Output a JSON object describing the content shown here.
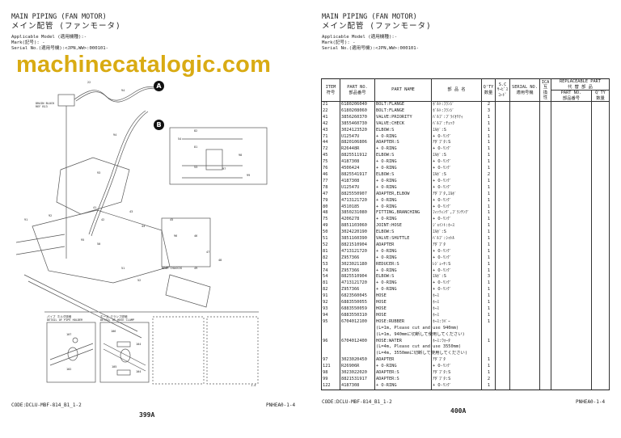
{
  "left_page": {
    "title_en": "MAIN PIPING (FAN MOTOR)",
    "title_jp": "メイン配管 (ファンモータ)",
    "applicable_model": "Applicable Model (適用機種):-",
    "mark": "Mark(記号): -",
    "serial": "Serial No.(適用号機):<JPN,WW>:000101-",
    "code": "CODE:DCLU-MBF-814_B1_1-2",
    "ref": "PNHEA0-1-4",
    "page_number": "399A",
    "diagram": {
      "callouts": [
        "A",
        "B"
      ],
      "label_drain": "DRAIN BLOCK",
      "label_drain_ref": "REF B13",
      "label_rear": "REAR CHASSIS",
      "detail1_title_jp": "パイプ ホルダ詳細",
      "detail1_title": "DETAIL OF PIPE HOLDER",
      "detail2_title_jp": "ホース クランプ詳細",
      "detail2_title": "DETAIL OF HOSE CLAMP",
      "detail1_labels": [
        "107",
        "102"
      ],
      "detail2_labels": [
        "106",
        "104",
        "105",
        "104"
      ],
      "figure_ref": "1-4",
      "part_labels": [
        "22",
        "94",
        "94",
        "93",
        "82",
        "81",
        "54",
        "53",
        "97",
        "98",
        "99",
        "91",
        "92",
        "95",
        "96",
        "41",
        "42",
        "43",
        "44",
        "45",
        "46",
        "47",
        "48",
        "49",
        "50",
        "51",
        "52"
      ]
    }
  },
  "right_page": {
    "title_en": "MAIN PIPING (FAN MOTOR)",
    "title_jp": "メイン配管 (ファンモータ)",
    "applicable_model": "Applicable Model (適用機種):-",
    "mark": "Mark(記号): -",
    "serial": "Serial No.(適用号機):<JPN,WW>:000101-",
    "code": "CODE:DCLU-MBF-814_B1_1-2",
    "ref": "PNHEA0-1-4",
    "page_number": "400A",
    "table": {
      "headers": {
        "item": "ITEM",
        "item_jp": "符号",
        "part_no": "PART NO.",
        "part_no_jp": "部品番号",
        "part_name": "PART NAME",
        "name_jp": "部 品 名",
        "qty": "Q'TY",
        "qty_jp": "数量",
        "sc": "S.C",
        "sc_jp1": "ｻｰﾋﾞｽ",
        "sc_jp2": "ｺｰﾄﾞ",
        "serial": "SERIAL NO.",
        "serial_jp": "適用号機",
        "ica": "ICA",
        "ica_jp": "互換性",
        "replaceable": "REPLACEABLE PART",
        "replaceable_jp": "代 替 部 品",
        "rep_part_no": "PART NO.",
        "rep_part_no_jp": "部品番号",
        "rep_qty": "Q'TY",
        "rep_qty_jp": "数量"
      },
      "rows": [
        [
          "21",
          "6180206040",
          "BOLT:FLANGE",
          "ﾎﾞﾙﾄ:ﾌﾗﾝｼﾞ",
          "2"
        ],
        [
          "22",
          "6180208060",
          "BOLT:FLANGE",
          "ﾎﾞﾙﾄ:ﾌﾗﾝｼﾞ",
          "3"
        ],
        [
          "41",
          "3856260370",
          "VALVE:PRIORITY",
          "ﾊﾞﾙﾌﾞ:ﾌﾟﾗｲｵﾘﾃｨ",
          "1"
        ],
        [
          "42",
          "3855460730",
          "VALVE:CHECK",
          "ﾊﾞﾙﾌﾞ:ﾁｪｯｸ",
          "1"
        ],
        [
          "43",
          "3024123520",
          "ELBOW:S",
          "ｴﾙﾎﾞ:S",
          "1"
        ],
        [
          "71",
          "U12547U",
          "+ O-RING",
          "+ O-ﾘﾝｸﾞ",
          "1"
        ],
        [
          "44",
          "8820106806",
          "ADAPTER:S",
          "ｱﾀﾞﾌﾟﾀ:S",
          "1"
        ],
        [
          "72",
          "R26448R",
          "+ O-RING",
          "+ O-ﾘﾝｸﾞ",
          "1"
        ],
        [
          "45",
          "8825511912",
          "ELBOW:S",
          "ｴﾙﾎﾞ:S",
          "1"
        ],
        [
          "75",
          "4187308",
          "+ O-RING",
          "+ O-ﾘﾝｸﾞ",
          "1"
        ],
        [
          "76",
          "4506424",
          "+ O-RING",
          "+ O-ﾘﾝｸﾞ",
          "1"
        ],
        [
          "46",
          "8825541917",
          "ELBOW:S",
          "ｴﾙﾎﾞ:S",
          "2"
        ],
        [
          "77",
          "4187308",
          "+ O-RING",
          "+ O-ﾘﾝｸﾞ",
          "1"
        ],
        [
          "78",
          "U12547U",
          "+ O-RING",
          "+ O-ﾘﾝｸﾞ",
          "1"
        ],
        [
          "47",
          "8825550907",
          "ADAPTER,ELBOW",
          "ｱﾀﾞﾌﾟﾀ,ｴﾙﾎﾞ",
          "1"
        ],
        [
          "79",
          "4713121720",
          "+ O-RING",
          "+ O-ﾘﾝｸﾞ",
          "1"
        ],
        [
          "80",
          "4510185",
          "+ O-RING",
          "+ O-ﾘﾝｸﾞ",
          "1"
        ],
        [
          "48",
          "3850231080",
          "FITTING,BRANCHING",
          "ﾌｨｯﾃｨﾝｸﾞ,ﾌﾞﾗﾝﾁﾝｸﾞ",
          "1"
        ],
        [
          "75",
          "4206278",
          "+ O-RING",
          "+ O-ﾘﾝｸﾞ",
          "1"
        ],
        [
          "49",
          "8851103060",
          "JOINT:HOSE",
          "ｼﾞｮｲﾝﾄ:ﾎｰｽ",
          "1"
        ],
        [
          "50",
          "3024220190",
          "ELBOW:S",
          "ｴﾙﾎﾞ:S",
          "1"
        ],
        [
          "51",
          "3851160390",
          "VALVE:SHUTTLE",
          "ﾊﾞﾙﾌﾞ:ｼｬﾄﾙ",
          "1"
        ],
        [
          "52",
          "8821510904",
          "ADAPTER",
          "ｱﾀﾞﾌﾟﾀ",
          "1"
        ],
        [
          "81",
          "4713121720",
          "+ O-RING",
          "+ O-ﾘﾝｸﾞ",
          "1"
        ],
        [
          "82",
          "Z957366",
          "+ O-RING",
          "+ O-ﾘﾝｸﾞ",
          "1"
        ],
        [
          "53",
          "3023021180",
          "REDUCER:S",
          "ﾚｼﾞｭｰｻ:S",
          "1"
        ],
        [
          "74",
          "Z957366",
          "+ O-RING",
          "+ O-ﾘﾝｸﾞ",
          "1"
        ],
        [
          "54",
          "8825510904",
          "ELBOW:S",
          "ｴﾙﾎﾞ:S",
          "3"
        ],
        [
          "81",
          "4713121720",
          "+ O-RING",
          "+ O-ﾘﾝｸﾞ",
          "1"
        ],
        [
          "82",
          "Z957366",
          "+ O-RING",
          "+ O-ﾘﾝｸﾞ",
          "1"
        ],
        [
          "91",
          "6823560045",
          "HOSE",
          "ﾎｰｽ",
          "1"
        ],
        [
          "92",
          "6883550055",
          "HOSE",
          "ﾎｰｽ",
          "1"
        ],
        [
          "93",
          "6883550059",
          "HOSE",
          "ﾎｰｽ",
          "1"
        ],
        [
          "94",
          "6883550310",
          "HOSE",
          "ﾎｰｽ",
          "1"
        ],
        [
          "95",
          "6704012100",
          "HOSE:RUBBER",
          "ﾎｰｽ:ﾗﾊﾞｰ",
          "1"
        ],
        {
          "note": "(L=1m, Please cut and use 940mm)"
        },
        {
          "note": "(L=1m, 940mmに切断して使用してください)"
        },
        [
          "96",
          "6704012400",
          "HOSE:WATER",
          "ﾎｰｽ:ｳｫｰﾀ",
          "1"
        ],
        {
          "note": "(L=4m, Please cut and use 3550mm)"
        },
        {
          "note": "(L=4m, 3550mmに切断して使用してください)"
        },
        [
          "97",
          "3023020450",
          "ADAPTER",
          "ｱﾀﾞﾌﾟﾀ",
          "1"
        ],
        [
          "121",
          "R26906R",
          "+ O-RING",
          "+ O-ﾘﾝｸﾞ",
          "1"
        ],
        [
          "98",
          "3023022020",
          "ADAPTER:S",
          "ｱﾀﾞﾌﾟﾀ:S",
          "1"
        ],
        [
          "99",
          "8821531917",
          "ADAPTER:S",
          "ｱﾀﾞﾌﾟﾀ:S",
          "2"
        ],
        [
          "122",
          "4187308",
          "+ O-RING",
          "+ O-ﾘﾝｸﾞ",
          "1"
        ]
      ]
    }
  },
  "watermark": "machinecatalogic.com",
  "colors": {
    "watermark": "#d6a400",
    "ink": "#222222"
  }
}
